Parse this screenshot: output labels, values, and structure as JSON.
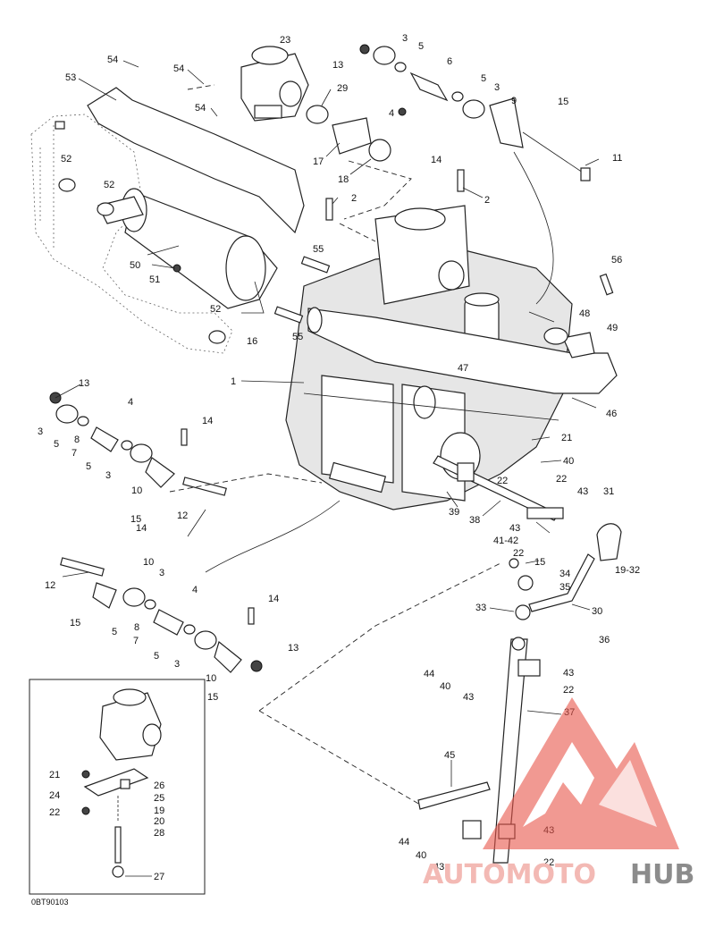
{
  "diagram": {
    "drawing_code": "0BT90103",
    "part_labels": [
      {
        "id": "l23",
        "text": "23"
      },
      {
        "id": "l3a",
        "text": "3"
      },
      {
        "id": "l5a",
        "text": "5"
      },
      {
        "id": "l13a",
        "text": "13"
      },
      {
        "id": "l6a",
        "text": "6"
      },
      {
        "id": "l5b",
        "text": "5"
      },
      {
        "id": "l3b",
        "text": "3"
      },
      {
        "id": "l4a",
        "text": "4"
      },
      {
        "id": "l9",
        "text": "9"
      },
      {
        "id": "l15a",
        "text": "15"
      },
      {
        "id": "l14a",
        "text": "14"
      },
      {
        "id": "l11",
        "text": "11"
      },
      {
        "id": "l54a",
        "text": "54"
      },
      {
        "id": "l54b",
        "text": "54"
      },
      {
        "id": "l54c",
        "text": "54"
      },
      {
        "id": "l53",
        "text": "53"
      },
      {
        "id": "l29",
        "text": "29"
      },
      {
        "id": "l17",
        "text": "17"
      },
      {
        "id": "l18",
        "text": "18"
      },
      {
        "id": "l2a",
        "text": "2"
      },
      {
        "id": "l2b",
        "text": "2"
      },
      {
        "id": "l52a",
        "text": "52"
      },
      {
        "id": "l52b",
        "text": "52"
      },
      {
        "id": "l52c",
        "text": "52"
      },
      {
        "id": "l50",
        "text": "50"
      },
      {
        "id": "l51",
        "text": "51"
      },
      {
        "id": "l55a",
        "text": "55"
      },
      {
        "id": "l55b",
        "text": "55"
      },
      {
        "id": "l16",
        "text": "16"
      },
      {
        "id": "l56",
        "text": "56"
      },
      {
        "id": "l49",
        "text": "49"
      },
      {
        "id": "l48",
        "text": "48"
      },
      {
        "id": "l47",
        "text": "47"
      },
      {
        "id": "l1",
        "text": "1"
      },
      {
        "id": "l46",
        "text": "46"
      },
      {
        "id": "l13b",
        "text": "13"
      },
      {
        "id": "l4b",
        "text": "4"
      },
      {
        "id": "l3c",
        "text": "3"
      },
      {
        "id": "l5c",
        "text": "5"
      },
      {
        "id": "l8a",
        "text": "8"
      },
      {
        "id": "l7a",
        "text": "7"
      },
      {
        "id": "l5d",
        "text": "5"
      },
      {
        "id": "l3d",
        "text": "3"
      },
      {
        "id": "l14b",
        "text": "14"
      },
      {
        "id": "l10a",
        "text": "10"
      },
      {
        "id": "l15b",
        "text": "15"
      },
      {
        "id": "l12a",
        "text": "12"
      },
      {
        "id": "l21a",
        "text": "21"
      },
      {
        "id": "l40a",
        "text": "40"
      },
      {
        "id": "l22a",
        "text": "22"
      },
      {
        "id": "l22b",
        "text": "22"
      },
      {
        "id": "l43a",
        "text": "43"
      },
      {
        "id": "l39",
        "text": "39"
      },
      {
        "id": "l38",
        "text": "38"
      },
      {
        "id": "l43b",
        "text": "43"
      },
      {
        "id": "l4142",
        "text": "41-42"
      },
      {
        "id": "l22c",
        "text": "22"
      },
      {
        "id": "l31",
        "text": "31"
      },
      {
        "id": "l14c",
        "text": "14"
      },
      {
        "id": "l10b",
        "text": "10"
      },
      {
        "id": "l12b",
        "text": "12"
      },
      {
        "id": "l3e",
        "text": "3"
      },
      {
        "id": "l4c",
        "text": "4"
      },
      {
        "id": "l15c",
        "text": "15"
      },
      {
        "id": "l5e",
        "text": "5"
      },
      {
        "id": "l8b",
        "text": "8"
      },
      {
        "id": "l7b",
        "text": "7"
      },
      {
        "id": "l5f",
        "text": "5"
      },
      {
        "id": "l14d",
        "text": "14"
      },
      {
        "id": "l3f",
        "text": "3"
      },
      {
        "id": "l13c",
        "text": "13"
      },
      {
        "id": "l10c",
        "text": "10"
      },
      {
        "id": "l15d",
        "text": "15"
      },
      {
        "id": "l15e",
        "text": "15"
      },
      {
        "id": "l34",
        "text": "34"
      },
      {
        "id": "l35",
        "text": "35"
      },
      {
        "id": "l1932",
        "text": "19-32"
      },
      {
        "id": "l33",
        "text": "33"
      },
      {
        "id": "l30",
        "text": "30"
      },
      {
        "id": "l36",
        "text": "36"
      },
      {
        "id": "l44a",
        "text": "44"
      },
      {
        "id": "l40b",
        "text": "40"
      },
      {
        "id": "l43c",
        "text": "43"
      },
      {
        "id": "l22d",
        "text": "22"
      },
      {
        "id": "l43d",
        "text": "43"
      },
      {
        "id": "l37",
        "text": "37"
      },
      {
        "id": "l45",
        "text": "45"
      },
      {
        "id": "l44b",
        "text": "44"
      },
      {
        "id": "l40c",
        "text": "40"
      },
      {
        "id": "l43e",
        "text": "43"
      },
      {
        "id": "l43f",
        "text": "43"
      },
      {
        "id": "l22e",
        "text": "22"
      },
      {
        "id": "l21b",
        "text": "21"
      },
      {
        "id": "l26",
        "text": "26"
      },
      {
        "id": "l24",
        "text": "24"
      },
      {
        "id": "l25",
        "text": "25"
      },
      {
        "id": "l19",
        "text": "19"
      },
      {
        "id": "l22f",
        "text": "22"
      },
      {
        "id": "l20",
        "text": "20"
      },
      {
        "id": "l28",
        "text": "28"
      },
      {
        "id": "l27",
        "text": "27"
      }
    ]
  },
  "watermark": {
    "part1": "AUTOMOTO",
    "part2": "HUB",
    "color_primary": "#f3b9b4",
    "color_secondary": "#8c8c8c",
    "logo_color": "#e8544a"
  }
}
